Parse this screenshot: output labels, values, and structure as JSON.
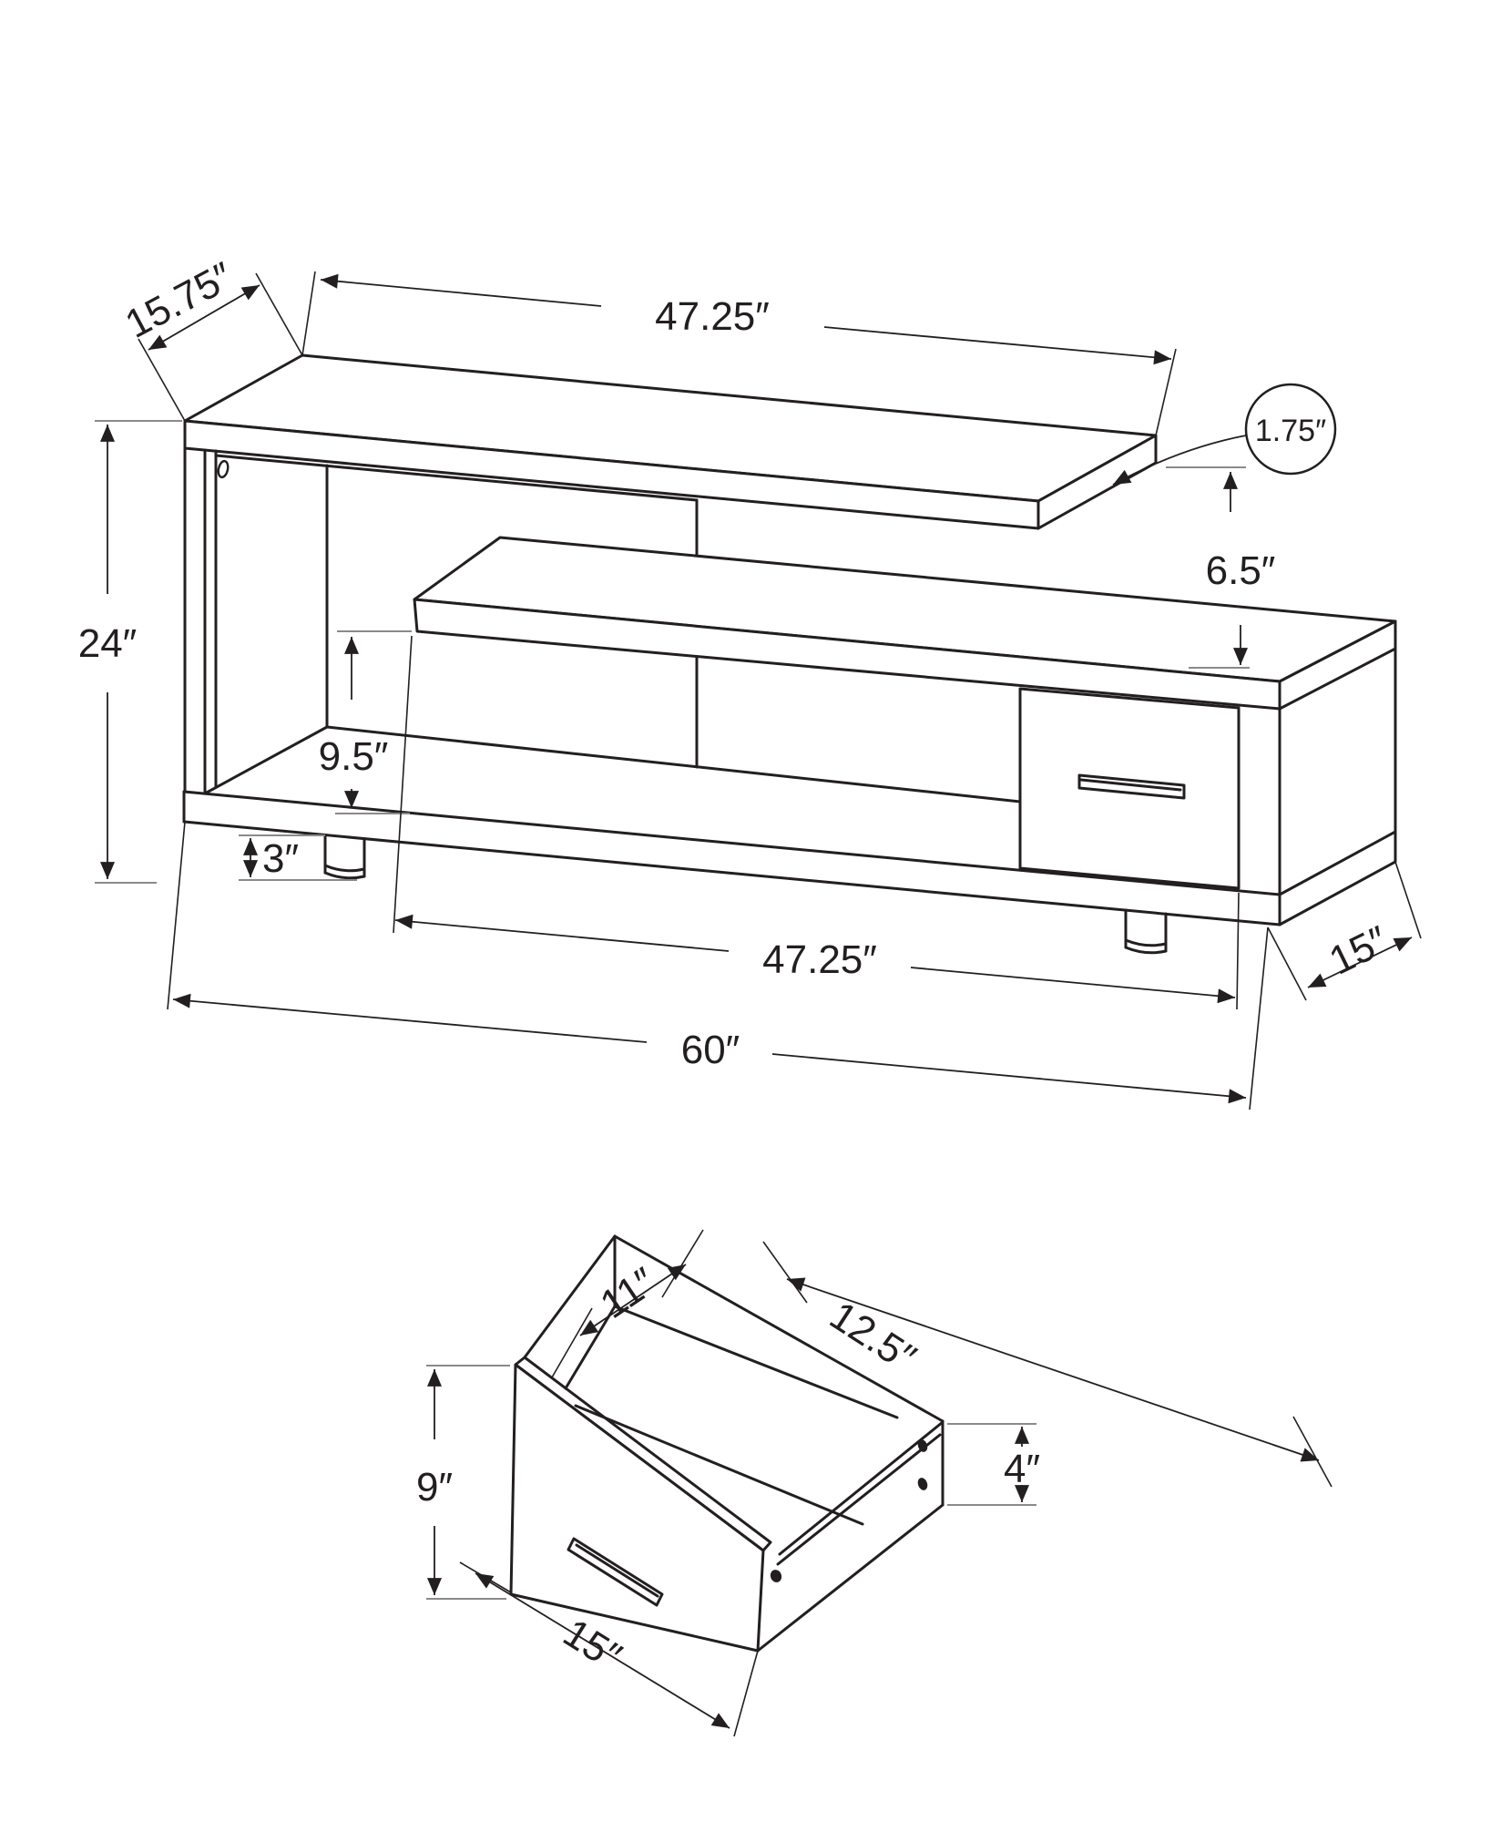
{
  "drawing": {
    "type": "furniture dimension diagram",
    "subject": "TV stand with drawer",
    "line_color": "#231f20",
    "tick_color": "#8a8a8a",
    "background": "#ffffff"
  },
  "main_view": {
    "dims": {
      "top_depth": "15.75″",
      "top_length": "47.25″",
      "top_thickness": "1.75″",
      "gap_below_top": "6.5″",
      "overall_height": "24″",
      "opening_height": "9.5″",
      "leg_height": "3″",
      "shelf_length": "47.25″",
      "depth": "15″",
      "overall_width": "60″"
    }
  },
  "drawer_view": {
    "dims": {
      "inner_depth": "11″",
      "inner_width": "12.5″",
      "front_height": "9″",
      "side_height": "4″",
      "front_width": "15″"
    }
  }
}
